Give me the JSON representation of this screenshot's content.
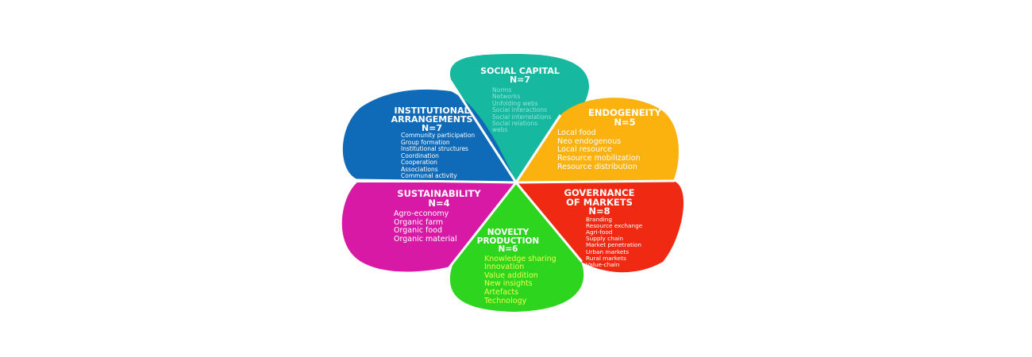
{
  "diagram": {
    "center_color": "#ffffff",
    "petals": [
      {
        "id": "social-capital",
        "title_lines": [
          "SOCIAL CAPITAL",
          "N=7"
        ],
        "color": "#16b8a0",
        "text_color": "#8fe3d6",
        "items": [
          "Norms",
          "Networks",
          "Unfolding webs",
          "Social interactions",
          "Social interrelations",
          "Social relations",
          "webs"
        ]
      },
      {
        "id": "endogeneity",
        "title_lines": [
          "ENDOGENEITY",
          "N=5"
        ],
        "color": "#fbb20f",
        "text_color": "#ffffff",
        "items": [
          "Local food",
          "Neo endogenous",
          "Local resource",
          "Resource mobilization",
          "Resource distribution"
        ]
      },
      {
        "id": "governance-of-markets",
        "title_lines": [
          "GOVERNANCE",
          "OF MARKETS",
          "N=8"
        ],
        "color": "#f02a12",
        "text_color": "#ffffff",
        "items": [
          "Branding",
          "Resource exchange",
          "Agri-food",
          "Supply chain",
          "Market penetration",
          "Urban markets",
          "Rural markets",
          "Value-chain"
        ]
      },
      {
        "id": "novelty-production",
        "title_lines": [
          "NOVELTY",
          "PRODUCTION",
          "N=6"
        ],
        "color": "#2ed51f",
        "text_color": "#e9ff4d",
        "items": [
          "Knowledge sharing",
          "Innovation",
          "Value addition",
          "New insights",
          "Artefacts",
          "Technology"
        ]
      },
      {
        "id": "sustainability",
        "title_lines": [
          "SUSTAINABILITY",
          "N=4"
        ],
        "color": "#d719a6",
        "text_color": "#ffffff",
        "items": [
          "Agro-economy",
          "Organic farm",
          "Organic food",
          "Organic material"
        ]
      },
      {
        "id": "institutional-arrangements",
        "title_lines": [
          "INSTITUTIONAL",
          "ARRANGEMENTS",
          "N=7"
        ],
        "color": "#0f6ab8",
        "text_color": "#ffffff",
        "items": [
          "Community participation",
          "Group formation",
          "Institutional structures",
          "Coordination",
          "Cooperation",
          "Associations",
          "Communal activity"
        ]
      }
    ]
  }
}
